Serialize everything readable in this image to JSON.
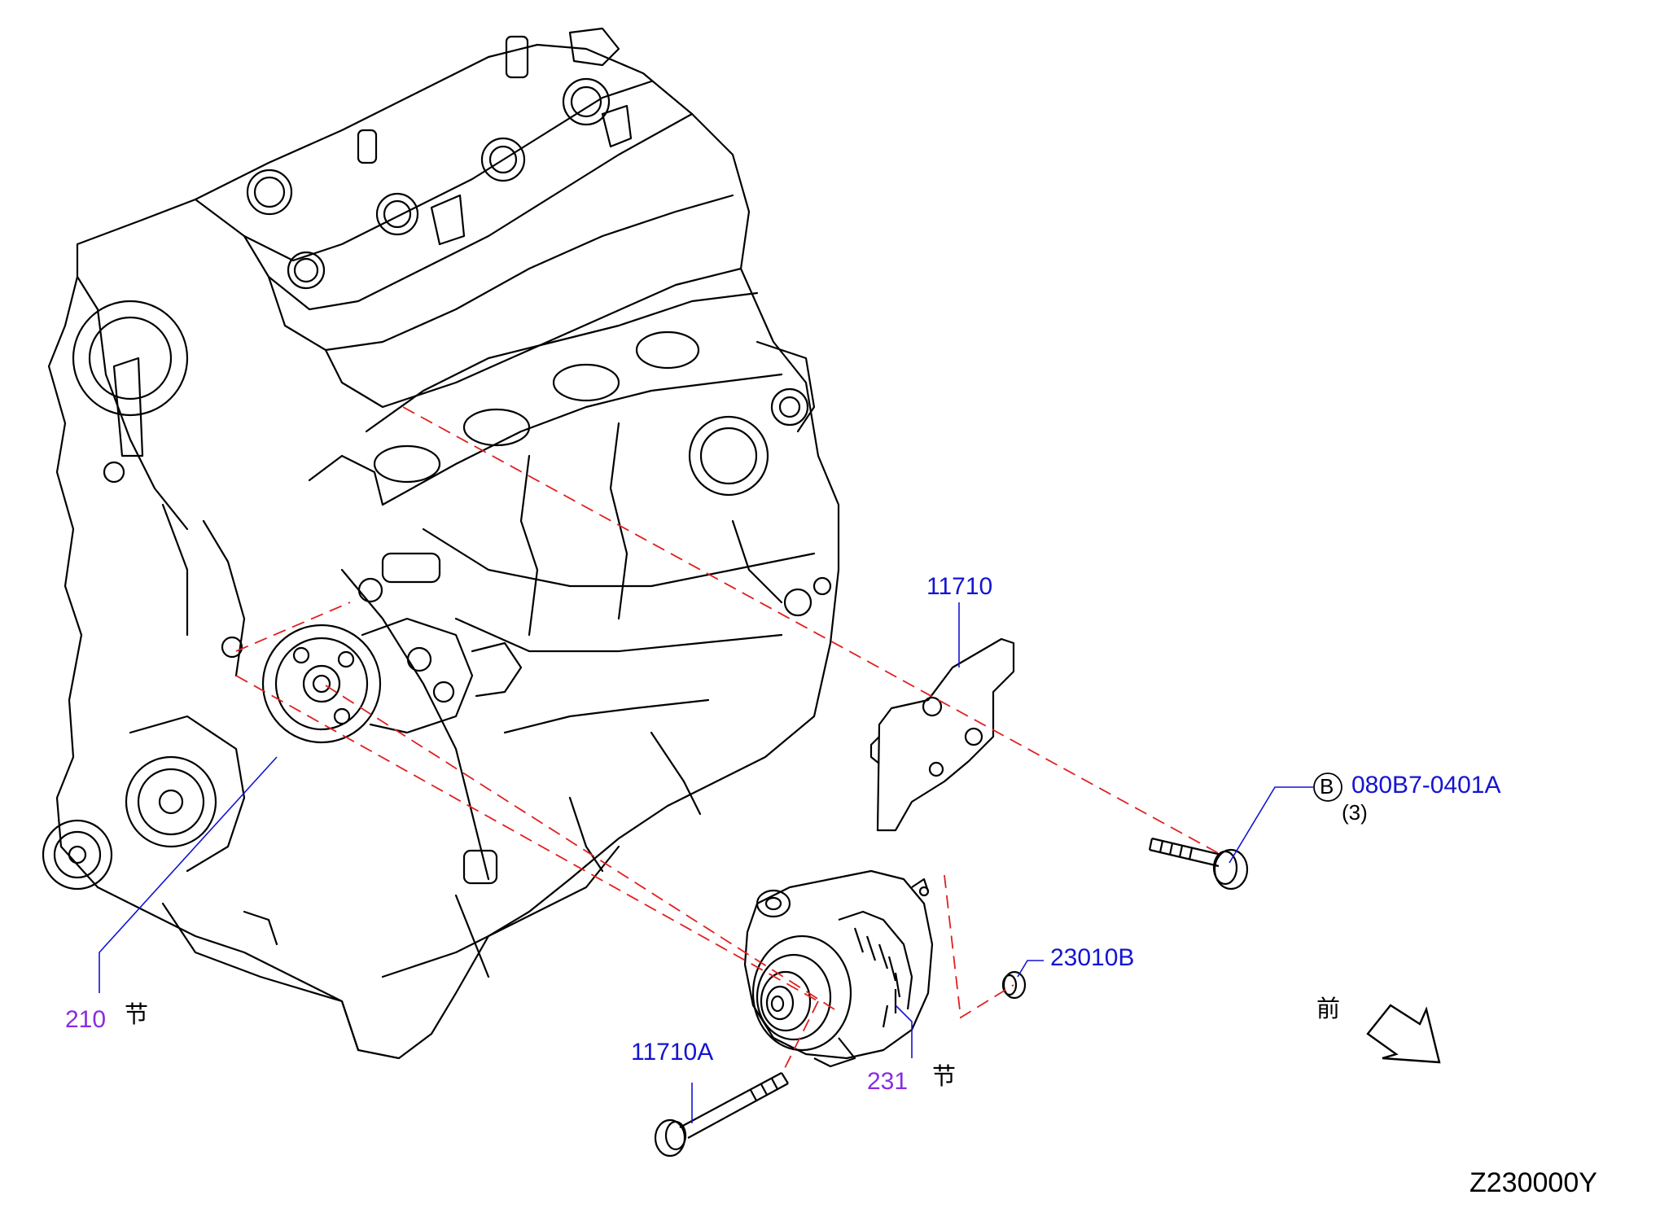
{
  "diagram": {
    "callouts": {
      "bracket": "11710",
      "bolt_ref_circle": "B",
      "bolt_ref": "080B7-0401A",
      "bolt_qty": "(3)",
      "nut": "23010B",
      "long_bolt": "11710A",
      "engine_ref": "210",
      "engine_ref_suffix": "节",
      "alternator_ref": "231",
      "alternator_ref_suffix": "节",
      "front_label": "前"
    },
    "figure_code": "Z230000Y",
    "colors": {
      "callout_blue": "#1414d2",
      "reference_purple": "#8a2be2",
      "leader_line": "#1414d2",
      "assembly_dash": "#e02020",
      "line_art": "#000000"
    }
  }
}
